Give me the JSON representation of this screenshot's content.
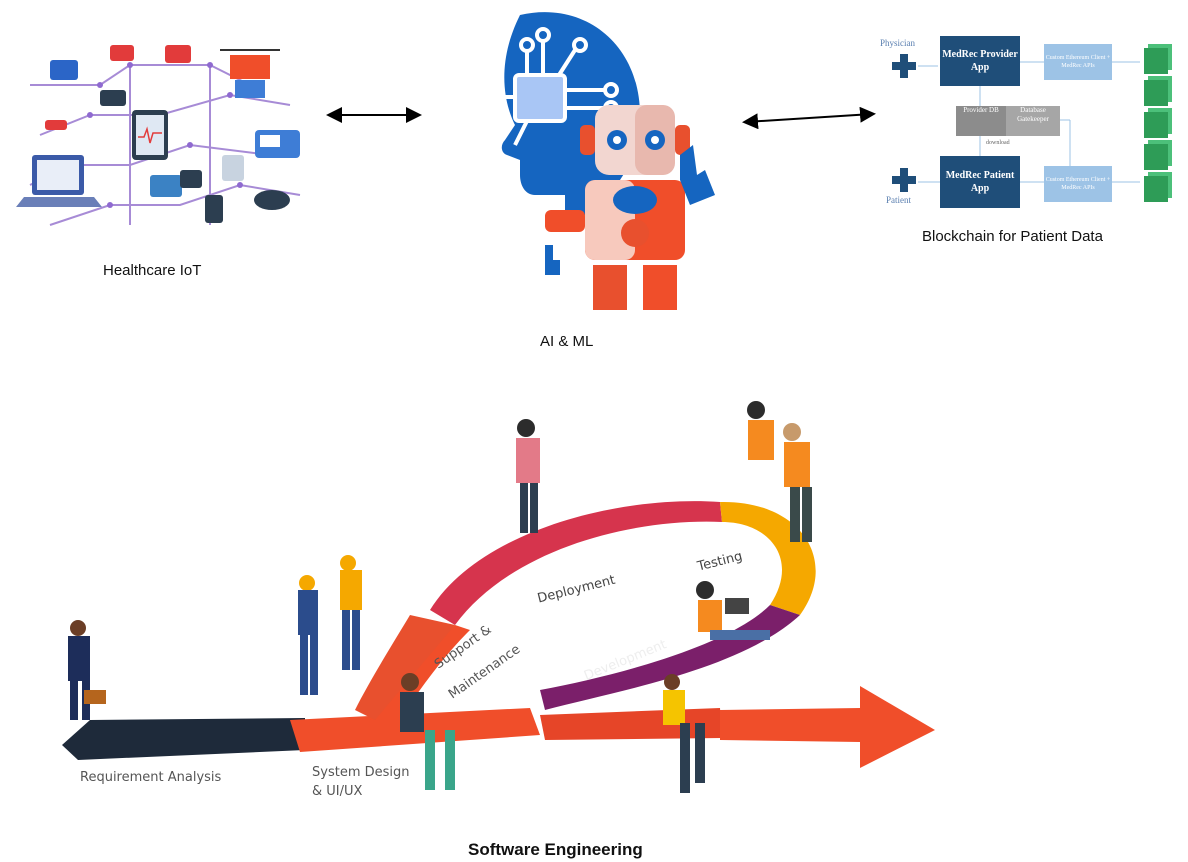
{
  "captions": {
    "iot": "Healthcare IoT",
    "ai": "AI & ML",
    "blockchain": "Blockchain for Patient Data",
    "software": "Software Engineering"
  },
  "blockchain_diagram": {
    "physician": "Physician",
    "patient": "Patient",
    "provider_app": "MedRec Provider App",
    "patient_app": "MedRec Patient App",
    "custom_client_top": "Custom Ethereum Client + MedRec APIs",
    "custom_client_bottom": "Custom Ethereum Client + MedRec APIs",
    "provider_db": "Provider DB",
    "db_gatekeeper": "Database Gatekeeper",
    "download": "download"
  },
  "sdlc": {
    "requirement": "Requirement Analysis",
    "system_design_1": "System Design",
    "system_design_2": "& UI/UX",
    "support_1": "Support &",
    "support_2": "Maintenance",
    "deployment": "Deployment",
    "testing": "Testing",
    "development": "Development"
  },
  "colors": {
    "ai_head": "#1565c0",
    "arc_red": "#d6344d",
    "arc_yellow": "#f5a800",
    "arc_purple": "#7b1f6a",
    "arrow_orange": "#f04e2a",
    "road_dark": "#1e2a3a",
    "bc_dark": "#1f4e79",
    "bc_light": "#9dc3e6",
    "cube_green": "#2e9c57"
  }
}
